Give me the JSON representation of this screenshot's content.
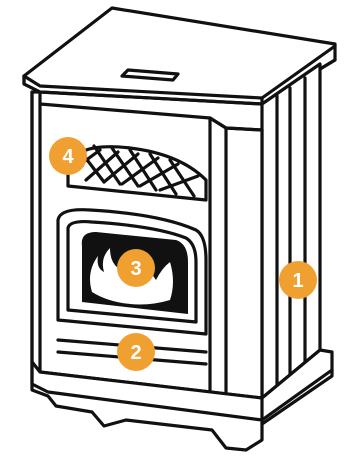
{
  "diagram": {
    "accent_color": "#F0A030",
    "callouts": [
      {
        "id": "callout-1",
        "label": "1"
      },
      {
        "id": "callout-2",
        "label": "2"
      },
      {
        "id": "callout-3",
        "label": "3"
      },
      {
        "id": "callout-4",
        "label": "4"
      }
    ]
  }
}
